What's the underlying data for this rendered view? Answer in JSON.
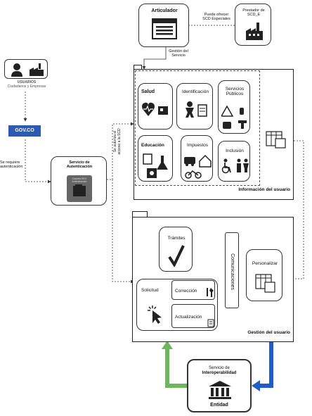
{
  "articulador": {
    "title": "Articulador"
  },
  "puede_ofrecer": {
    "line1": "Puede ofrecer",
    "line2": "SCD Especiales"
  },
  "prestador": {
    "line1": "Prestador de",
    "line2": "SCD_E"
  },
  "gestion_servicio": {
    "line1": "Gestión del",
    "line2": "Servicio"
  },
  "usuarios": {
    "line1": "USUARIOS",
    "line2": "Ciudadanos y Empresas"
  },
  "govco": {
    "label": "GOV.CO"
  },
  "se_requiere": {
    "line1": "Se requiere",
    "line2": "autenticación"
  },
  "autenticacion": {
    "line1": "Servicio de",
    "line2": "Autenticación",
    "inner": "Carpeta SEG Autenticación"
  },
  "vertical_note": {
    "line1": "Se autoriza el",
    "line2": "acceso a la SCD"
  },
  "informacion": {
    "title": "Información del usuario",
    "salud": "Salud",
    "identificacion": "Identificación",
    "servicios_publicos": "Servicios Públicos",
    "educacion": "Educación",
    "impuestos": "Impuestos",
    "inclusion": "Inclusión"
  },
  "gestion_usuario": {
    "title": "Gestión del usuario",
    "tramites": "Trámites",
    "comunicaciones": "Comunicaciones",
    "personalizar": "Personalizar",
    "solicitud": "Solicitud",
    "correccion": "Corrección",
    "actualizacion": "Actualización"
  },
  "interoperabilidad": {
    "line1": "Servicio de",
    "line2": "Interoperabilidad",
    "entidad": "Entidad"
  },
  "colors": {
    "green": "#6db65b",
    "blue": "#1f5cc8",
    "gov": "#2b5bb5"
  }
}
